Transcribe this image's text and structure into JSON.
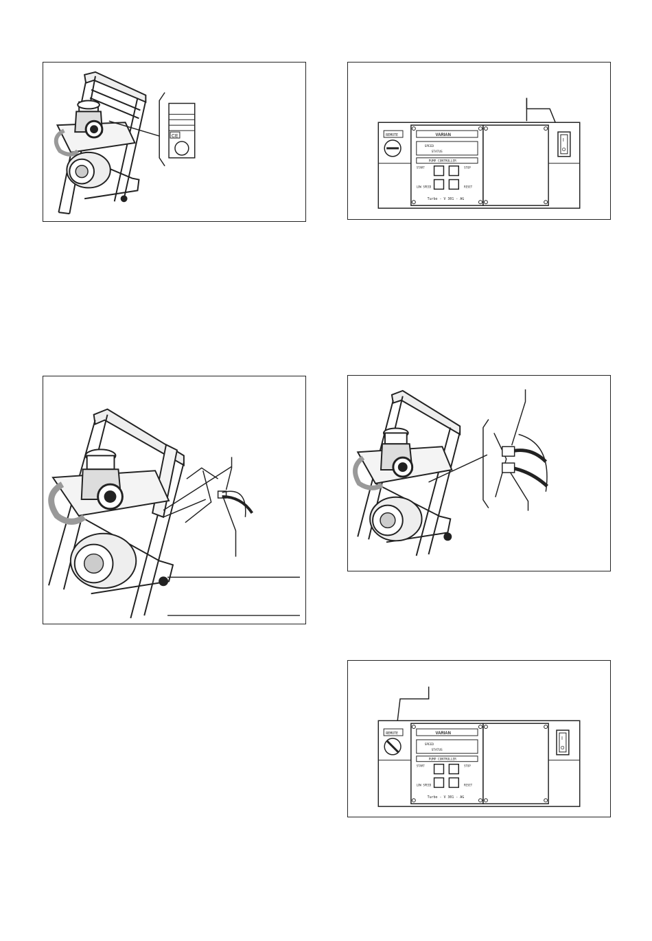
{
  "figures": [
    {
      "id": "fig-cart-label",
      "label_plate": {
        "ce_mark": "CE"
      }
    },
    {
      "id": "fig-controller-front-switch",
      "controller": {
        "brand": "VARIAN",
        "remote_label": "REMOTE",
        "display_line1": "SPEED",
        "display_line2": "STATUS",
        "panel_title": "PUMP CONTROLLER",
        "button_labels": [
          "START",
          "STOP",
          "LOW SPEED",
          "RESET"
        ],
        "model": "Turbo - V 301 - AG",
        "power_switch": [
          "I",
          "O"
        ]
      }
    },
    {
      "id": "fig-cart-cable"
    },
    {
      "id": "fig-cart-connectors"
    },
    {
      "id": "fig-controller-front-remote",
      "controller": {
        "brand": "VARIAN",
        "remote_label": "REMOTE",
        "display_line1": "SPEED",
        "display_line2": "STATUS",
        "panel_title": "PUMP CONTROLLER",
        "button_labels": [
          "START",
          "STOP",
          "LOW SPEED",
          "RESET"
        ],
        "model": "Turbo - V 301 - AG",
        "power_switch": [
          "I",
          "O"
        ]
      }
    }
  ]
}
